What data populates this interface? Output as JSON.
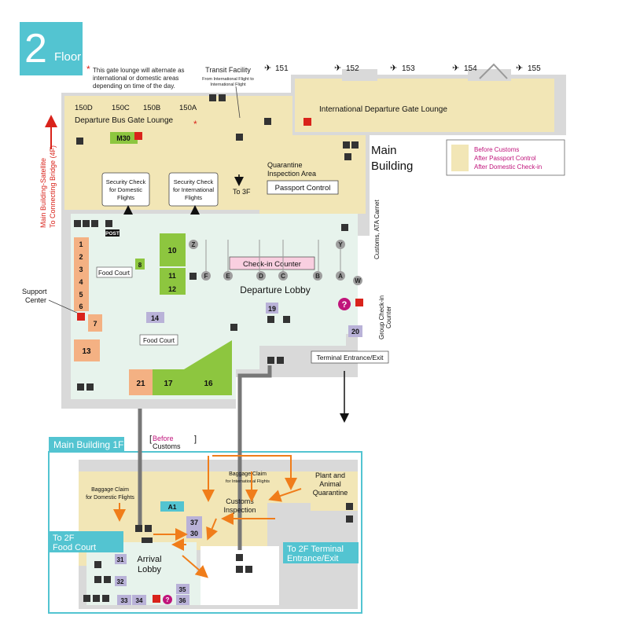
{
  "floor": {
    "number": "2",
    "word": "Floor"
  },
  "note": {
    "line1": "This gate lounge will alternate as",
    "line2": "international or domestic areas",
    "line3": "depending on time of the day."
  },
  "transit": {
    "title": "Transit Facility",
    "sub1": "From International Flight to",
    "sub2": "International Flight"
  },
  "gates": {
    "g151": "151",
    "g152": "152",
    "g153": "153",
    "g154": "154",
    "g155": "155",
    "g150D": "150D",
    "g150C": "150C",
    "g150B": "150B",
    "g150A": "150A"
  },
  "lounges": {
    "departure_bus": "Departure Bus Gate Lounge",
    "international": "International Departure Gate Lounge",
    "m30": "M30"
  },
  "main_building": {
    "line1": "Main",
    "line2": "Building"
  },
  "legend": {
    "before_customs": "Before Customs",
    "after_passport": "After Passport Control",
    "after_domestic": "After Domestic Check-in",
    "colors": {
      "before": "#f2e6b6",
      "text_magenta": "#c0147b",
      "text_red": "#d9231b"
    }
  },
  "side_label": {
    "line1": "Main Building-Satellite",
    "line2": "To Connecting Bridge (4F)"
  },
  "quarantine": {
    "line1": "Quarantine",
    "line2": "Inspection Area",
    "passport": "Passport Control"
  },
  "security": {
    "domestic": {
      "line1": "Security Check",
      "line2": "for Domestic",
      "line3": "Flights"
    },
    "international": {
      "line1": "Security Check",
      "line2": "for International",
      "line3": "Flights"
    }
  },
  "to3f": "To 3F",
  "customs_side": "Customs, ATA Carnet",
  "group_checkin": {
    "line1": "Group Check-in",
    "line2": "Counter"
  },
  "support": {
    "line1": "Support",
    "line2": "Center"
  },
  "food_courts": {
    "a": "Food Court",
    "b": "Food Court"
  },
  "post": "POST",
  "checkin_counter": "Check-in Counter",
  "departure_lobby": "Departure Lobby",
  "terminal_exit": "Terminal Entrance/Exit",
  "counters": [
    "Z",
    "Y",
    "F",
    "E",
    "D",
    "C",
    "B",
    "A",
    "W"
  ],
  "shops": {
    "s1": "1",
    "s2": "2",
    "s3": "3",
    "s4": "4",
    "s5": "5",
    "s6": "6",
    "s7": "7",
    "s8": "8",
    "s10": "10",
    "s11": "11",
    "s12": "12",
    "s13": "13",
    "s14": "14",
    "s16": "16",
    "s17": "17",
    "s19": "19",
    "s20": "20",
    "s21": "21"
  },
  "first_floor": {
    "title": "Main Building 1F",
    "before_customs": {
      "line1": "Before",
      "line2": "Customs"
    },
    "baggage_intl": {
      "line1": "Baggage Claim",
      "line2": "for International Flights"
    },
    "baggage_dom": {
      "line1": "Baggage Claim",
      "line2": "for Domestic Flights"
    },
    "customs": {
      "line1": "Customs",
      "line2": "Inspection"
    },
    "plant": {
      "line1": "Plant and",
      "line2": "Animal",
      "line3": "Quarantine"
    },
    "to2f_food": {
      "line1": "To 2F",
      "line2": "Food Court"
    },
    "to2f_terminal": {
      "line1": "To 2F Terminal",
      "line2": "Entrance/Exit"
    },
    "arrival": {
      "line1": "Arrival",
      "line2": "Lobby"
    },
    "shops": {
      "a1": "A1",
      "s30": "30",
      "s31": "31",
      "s32": "32",
      "s33": "33",
      "s34": "34",
      "s35": "35",
      "s36": "36",
      "s37": "37"
    }
  },
  "colors": {
    "orange_shop": "#f4b183",
    "green_shop": "#8dc63f",
    "purple_shop": "#b9b2d8",
    "lobby": "#e7f3ec",
    "teal": "#53c4d1",
    "arrow": "#f07d1a",
    "checkin_pink": "#f9cfe0"
  },
  "icons": [
    "airplane-icon",
    "restroom-icon",
    "accessible-icon",
    "elevator-icon",
    "escalator-icon",
    "aed-icon",
    "information-icon",
    "food-icon",
    "post-icon"
  ]
}
